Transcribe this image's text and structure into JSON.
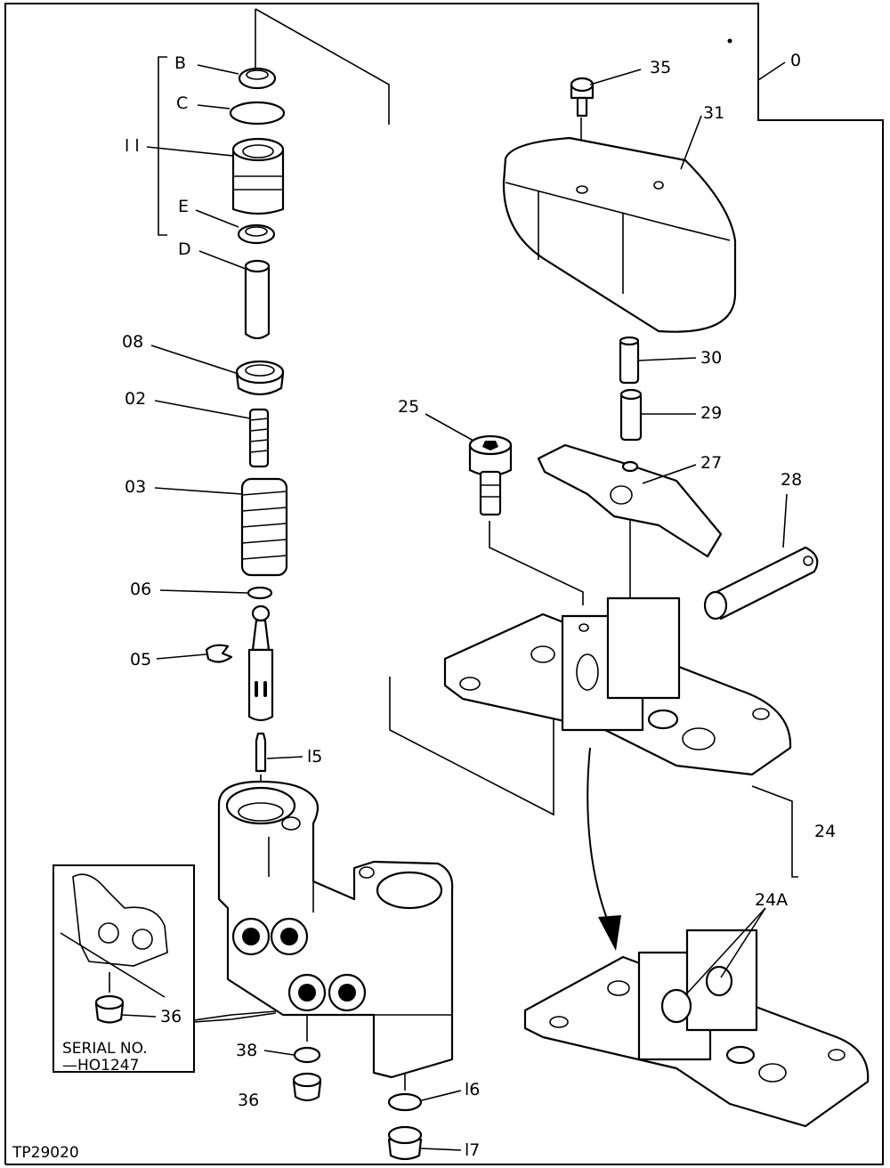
{
  "drawing_ref": "TP29020",
  "inset": {
    "serial_line1": "SERIAL NO.",
    "serial_line2": "—HO1247"
  },
  "labels": {
    "B": "B",
    "C": "C",
    "l1": "l l",
    "E": "E",
    "D": "D",
    "p08": "08",
    "p02": "02",
    "p03": "03",
    "p06": "06",
    "p05": "05",
    "p15": "l5",
    "p36a": "36",
    "p36b": "36",
    "p38": "38",
    "p16": "l6",
    "p17": "l7",
    "p0": "0",
    "p35": "35",
    "p31": "31",
    "p30": "30",
    "p29": "29",
    "p25": "25",
    "p27": "27",
    "p28": "28",
    "p24": "24",
    "p24A": "24A"
  }
}
